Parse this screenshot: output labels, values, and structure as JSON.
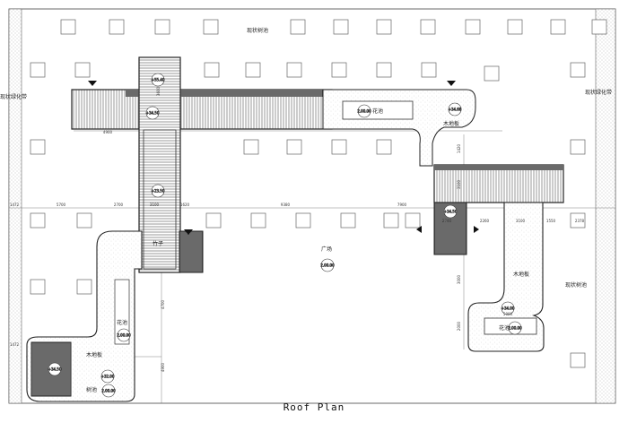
{
  "caption": "Roof Plan",
  "labels": {
    "existing_tree_pool": "现状树池",
    "existing_green_belt": "现状绿化带",
    "flower_pool": "花池",
    "wood_deck": "木地板",
    "bamboo": "竹子",
    "plaza": "广场",
    "tree_pool": "树池"
  },
  "levels": {
    "top_left": "+55.40",
    "mid_left": "+34.50",
    "beam_center": "+23.50",
    "right_top": "+34.68",
    "flower_top": "2.00.00",
    "right_mid": "+34.50",
    "plaza_center": "2.00.00",
    "bottom_right": "+34.00",
    "bottom_right_2": "2.00.00",
    "left_flower": "2.00.00",
    "left_low": "+34.50",
    "left_tree": "2.00.00",
    "left_bottom": "+32.00"
  },
  "dimensions": {
    "d4900": "4900",
    "d1472a": "1472",
    "d5700": "5700",
    "d2700": "2700",
    "d3100": "3100",
    "d1620": "1620",
    "d9380": "9380",
    "d7900": "7900",
    "d2260": "2260",
    "d3100b": "3100",
    "d1550": "1550",
    "d2378": "2378",
    "d1420": "1420",
    "d3100c": "3100",
    "d3000": "3000",
    "d2000": "2000",
    "d4700": "4700",
    "d4900b": "4900",
    "d1472b": "1472",
    "d5000": "5000",
    "d2700b": "2700",
    "d3600": "3600"
  }
}
